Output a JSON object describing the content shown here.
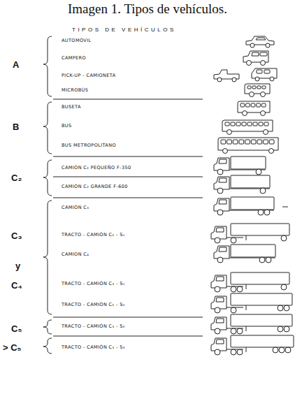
{
  "diagram": {
    "title": "Imagen 1. Tipos de vehículos.",
    "labels": [
      "TIPOS DE VEHÍCULOS",
      "A",
      "AUTOMÓVIL",
      "CAMPERO",
      "PICK-UP - CAMIONETA",
      "MICROBÚS",
      "B",
      "BUSETA",
      "BUS",
      "BUS METROPOLITANO",
      "C₂",
      "CAMIÓN C₂ PEQUEÑO F-350",
      "CAMIÓN C₂ GRANDE F-600",
      "C₃",
      "CAMIÓN C₃",
      "TRACTO - CAMIÓN C₂ - S₁",
      "y",
      "CAMION C₄",
      "C₄",
      "TRACTO - CAMIÓN C₃ - S₁",
      "TRACTO - CAMIÓN C₂ - S₂",
      "C₅",
      "TRACTO - CAMIÓN C₃ - S₂",
      "> C₅",
      "TRACTO - CAMIÓN C₃ - S₃"
    ]
  }
}
